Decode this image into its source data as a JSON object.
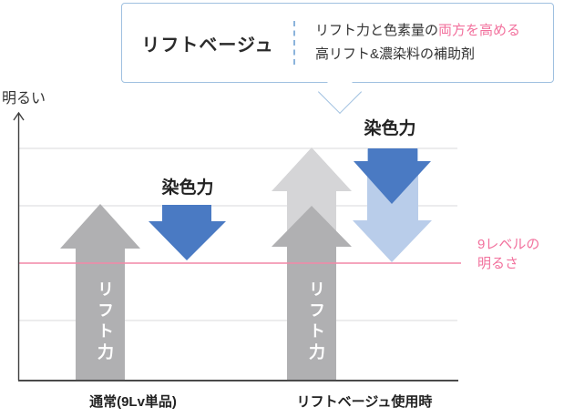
{
  "colors": {
    "accent_blue": "#4a7ac3",
    "light_blue": "#b9cdea",
    "gray_arrow": "#b0b0b2",
    "light_gray_arrow": "#d5d5d7",
    "pink_text": "#f2719d",
    "pink_line": "#f287a7",
    "callout_border": "#9fc0e0",
    "callout_divider": "#8cb4dc",
    "axis": "#3f3f3f",
    "gridline": "#e5e5e7"
  },
  "callout": {
    "title": "リフトベージュ",
    "description_line1_prefix": "リフト力と色素量の",
    "description_line1_highlight": "両方を高める",
    "description_line2": "高リフト&濃染料の補助剤"
  },
  "chart": {
    "y_axis_label": "明るい",
    "reference_label_line1": "9レベルの",
    "reference_label_line2": "明るさ",
    "columns": [
      {
        "x_label": "通常(9Lv単品)",
        "lift_arrow_label": "リフト力",
        "dye_arrow_label": "染色力"
      },
      {
        "x_label": "リフトベージュ使用時",
        "lift_arrow_label": "リフト力",
        "dye_arrow_label": "染色力"
      }
    ]
  },
  "chart_data": {
    "type": "diagram-comparison",
    "title": "リフトベージュ：リフト力と色素量の両方を高める 高リフト&濃染料の補助剤",
    "y_axis_direction_label": "明るい",
    "reference_line_label": "9レベルの明るさ",
    "categories": [
      "通常(9Lv単品)",
      "リフトベージュ使用時"
    ],
    "series": [
      {
        "name": "リフト力",
        "direction": "up",
        "relative_height": [
          0.75,
          1.0
        ]
      },
      {
        "name": "染色力",
        "direction": "down",
        "relative_depth": [
          0.25,
          0.5
        ]
      }
    ],
    "legend_position": "none",
    "grid": true
  }
}
